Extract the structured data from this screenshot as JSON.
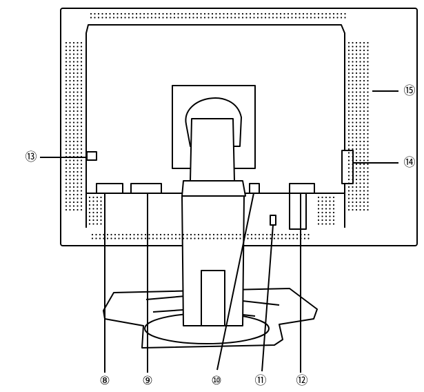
{
  "diagram": {
    "colors": {
      "line": "#000000",
      "fill": "#ffffff",
      "dot": "#000000"
    },
    "callouts": [
      {
        "id": "c8",
        "label": "⑧"
      },
      {
        "id": "c9",
        "label": "⑨"
      },
      {
        "id": "c10",
        "label": "⑩"
      },
      {
        "id": "c11",
        "label": "⑪"
      },
      {
        "id": "c12",
        "label": "⑫"
      },
      {
        "id": "c13",
        "label": "⑬"
      },
      {
        "id": "c14",
        "label": "⑭"
      },
      {
        "id": "c15",
        "label": "⑮"
      }
    ]
  }
}
